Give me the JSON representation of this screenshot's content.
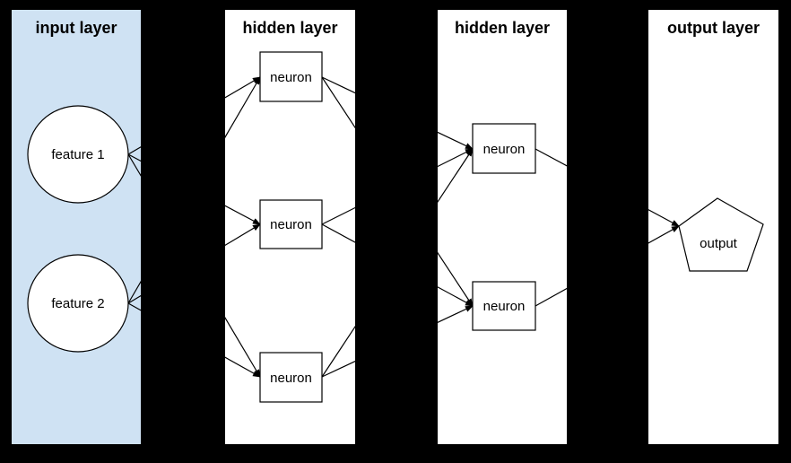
{
  "canvas": {
    "background_color": "#000000",
    "stroke_color": "#000000",
    "node_fill": "#ffffff"
  },
  "layers": [
    {
      "title": "input layer",
      "fill": "#cfe2f3",
      "nodes": [
        {
          "id": "in1",
          "label": "feature 1",
          "shape": "ellipse"
        },
        {
          "id": "in2",
          "label": "feature 2",
          "shape": "ellipse"
        }
      ]
    },
    {
      "title": "hidden layer",
      "fill": "#ffffff",
      "nodes": [
        {
          "id": "h1n1",
          "label": "neuron",
          "shape": "rect"
        },
        {
          "id": "h1n2",
          "label": "neuron",
          "shape": "rect"
        },
        {
          "id": "h1n3",
          "label": "neuron",
          "shape": "rect"
        }
      ]
    },
    {
      "title": "hidden layer",
      "fill": "#ffffff",
      "nodes": [
        {
          "id": "h2n1",
          "label": "neuron",
          "shape": "rect"
        },
        {
          "id": "h2n2",
          "label": "neuron",
          "shape": "rect"
        }
      ]
    },
    {
      "title": "output layer",
      "fill": "#ffffff",
      "nodes": [
        {
          "id": "out1",
          "label": "output",
          "shape": "pentagon"
        }
      ]
    }
  ],
  "edges": [
    {
      "from": "in1",
      "to": "h1n1"
    },
    {
      "from": "in1",
      "to": "h1n2"
    },
    {
      "from": "in1",
      "to": "h1n3"
    },
    {
      "from": "in2",
      "to": "h1n1"
    },
    {
      "from": "in2",
      "to": "h1n2"
    },
    {
      "from": "in2",
      "to": "h1n3"
    },
    {
      "from": "h1n1",
      "to": "h2n1"
    },
    {
      "from": "h1n1",
      "to": "h2n2"
    },
    {
      "from": "h1n2",
      "to": "h2n1"
    },
    {
      "from": "h1n2",
      "to": "h2n2"
    },
    {
      "from": "h1n3",
      "to": "h2n1"
    },
    {
      "from": "h1n3",
      "to": "h2n2"
    },
    {
      "from": "h2n1",
      "to": "out1"
    },
    {
      "from": "h2n2",
      "to": "out1"
    }
  ]
}
